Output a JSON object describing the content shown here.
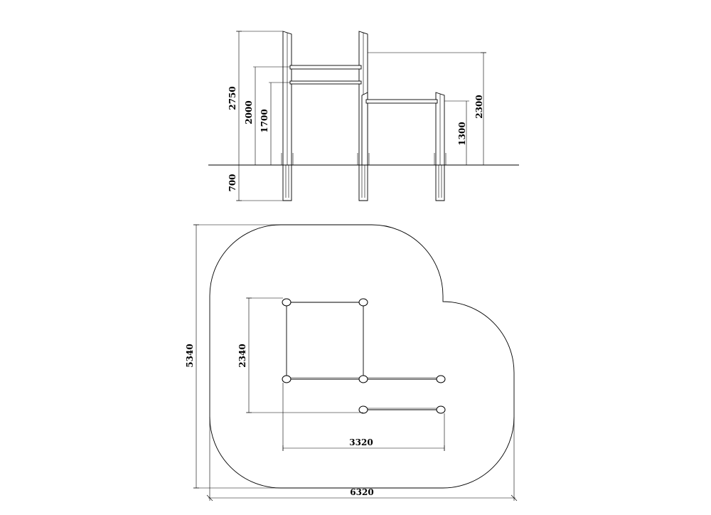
{
  "elevation": {
    "dimensions": {
      "total_height": "2750",
      "high_bar": "2000",
      "middle_bar": "1700",
      "right_post": "2300",
      "low_bar": "1300",
      "depth": "700"
    }
  },
  "plan": {
    "dimensions": {
      "area_height": "5340",
      "area_width": "6320",
      "frame_depth": "2340",
      "frame_width": "3320"
    }
  },
  "colors": {
    "line": "#000000",
    "background": "#ffffff"
  }
}
